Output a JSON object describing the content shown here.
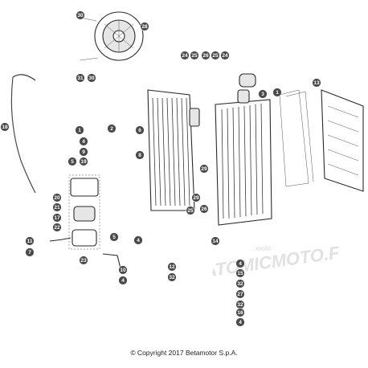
{
  "copyright": "© Copyright 2017 Betamotor S.p.A.",
  "watermark": "ATOMICMOTO.F",
  "watermark_small": "moto",
  "callouts": [
    {
      "label": "30"
    },
    {
      "label": "28"
    },
    {
      "label": "31"
    },
    {
      "label": "30"
    },
    {
      "label": "18"
    },
    {
      "label": "1"
    },
    {
      "label": "4"
    },
    {
      "label": "9"
    },
    {
      "label": "5"
    },
    {
      "label": "19"
    },
    {
      "label": "20"
    },
    {
      "label": "21"
    },
    {
      "label": "17"
    },
    {
      "label": "22"
    },
    {
      "label": "11"
    },
    {
      "label": "7"
    },
    {
      "label": "23"
    },
    {
      "label": "2"
    },
    {
      "label": "6"
    },
    {
      "label": "8"
    },
    {
      "label": "3"
    },
    {
      "label": "24"
    },
    {
      "label": "25"
    },
    {
      "label": "26"
    },
    {
      "label": "25"
    },
    {
      "label": "24"
    },
    {
      "label": "13"
    },
    {
      "label": "1"
    },
    {
      "label": "29"
    },
    {
      "label": "29"
    },
    {
      "label": "26"
    },
    {
      "label": "25"
    },
    {
      "label": "4"
    },
    {
      "label": "5"
    },
    {
      "label": "10"
    },
    {
      "label": "4"
    },
    {
      "label": "14"
    },
    {
      "label": "12"
    },
    {
      "label": "32"
    },
    {
      "label": "4"
    },
    {
      "label": "15"
    },
    {
      "label": "32"
    },
    {
      "label": "27"
    },
    {
      "label": "32"
    },
    {
      "label": "16"
    },
    {
      "label": "4"
    }
  ]
}
